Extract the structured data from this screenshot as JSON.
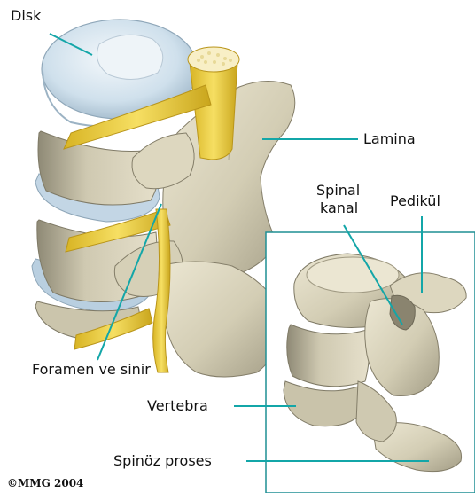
{
  "labels": {
    "disk": "Disk",
    "lamina": "Lamina",
    "spinal_kanal_line1": "Spinal",
    "spinal_kanal_line2": "kanal",
    "pedikul": "Pedikül",
    "foramen": "Foramen ve sinir",
    "vertebra": "Vertebra",
    "spinoz": "Spinöz proses"
  },
  "copyright": "©MMG 2004",
  "colors": {
    "bone": "#d8d2ba",
    "bone_shadow": "#a9a38c",
    "disk": "#cfe0ec",
    "nerve": "#f1d44e",
    "leader": "#13a6a8",
    "inset_border": "#1f8f94"
  }
}
